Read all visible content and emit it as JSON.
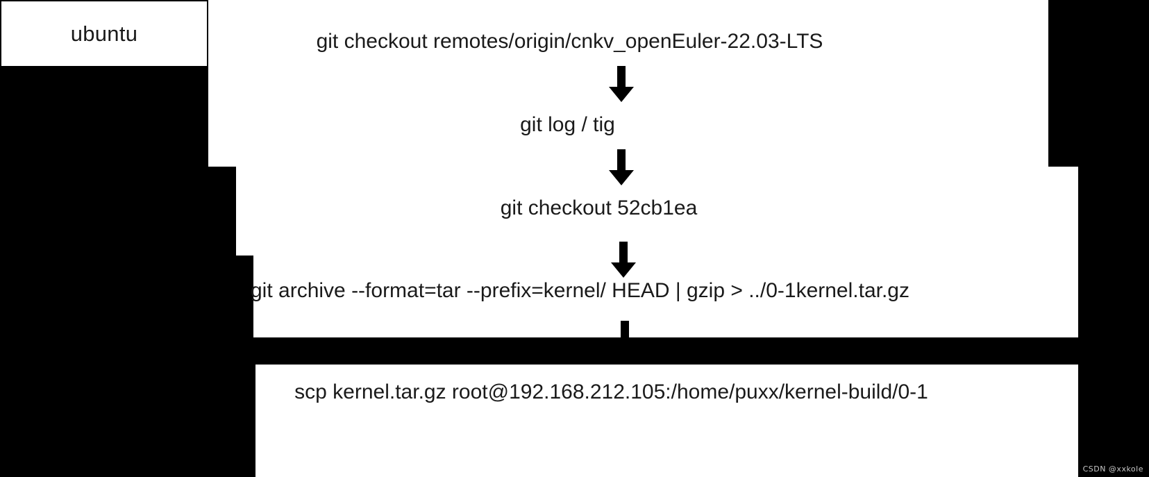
{
  "diagram": {
    "title_box": {
      "label": "ubuntu"
    },
    "steps": [
      {
        "id": "step-1",
        "text": "git checkout remotes/origin/cnkv_openEuler-22.03-LTS"
      },
      {
        "id": "step-2",
        "text": "git log / tig"
      },
      {
        "id": "step-3",
        "text": "git checkout 52cb1ea"
      },
      {
        "id": "step-4",
        "text": "git archive --format=tar --prefix=kernel/ HEAD | gzip > ../0-1kernel.tar.gz"
      },
      {
        "id": "step-5",
        "text": "scp kernel.tar.gz root@192.168.212.105:/home/puxx/kernel-build/0-1"
      }
    ],
    "arrows": [
      {
        "id": "arrow-1",
        "direction": "down"
      },
      {
        "id": "arrow-2",
        "direction": "down"
      },
      {
        "id": "arrow-3",
        "direction": "down"
      },
      {
        "id": "arrow-4",
        "direction": "down"
      }
    ],
    "colors": {
      "background": "#000000",
      "canvas": "#ffffff",
      "text": "#1a1a1a",
      "arrow": "#000000",
      "watermark": "#c8c8c8"
    }
  },
  "watermark": {
    "text": "CSDN @xxkole"
  }
}
